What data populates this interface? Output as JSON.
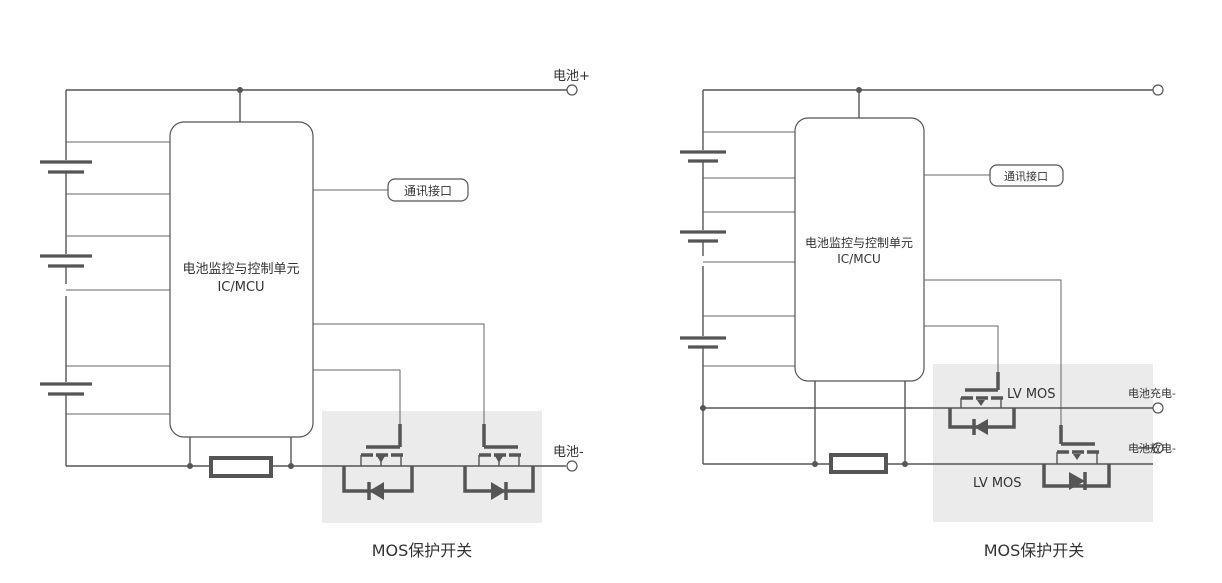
{
  "left_diagram": {
    "terminal_pos": "电池+",
    "terminal_neg": "电池-",
    "ic_line1": "电池监控与控制单元",
    "ic_line2": "IC/MCU",
    "comm_label": "通讯接口",
    "caption": "MOS保护开关"
  },
  "right_diagram": {
    "ic_line1": "电池监控与控制单元",
    "ic_line2": "IC/MCU",
    "comm_label": "通讯接口",
    "mos_top_label": "LV  MOS",
    "mos_bottom_label": "LV  MOS",
    "charge_terminal": "电池充电-",
    "discharge_terminal": "电池放电-",
    "caption": "MOS保护开关"
  },
  "colors": {
    "line": "#555555",
    "shade": "#ebebeb",
    "text": "#333333"
  }
}
